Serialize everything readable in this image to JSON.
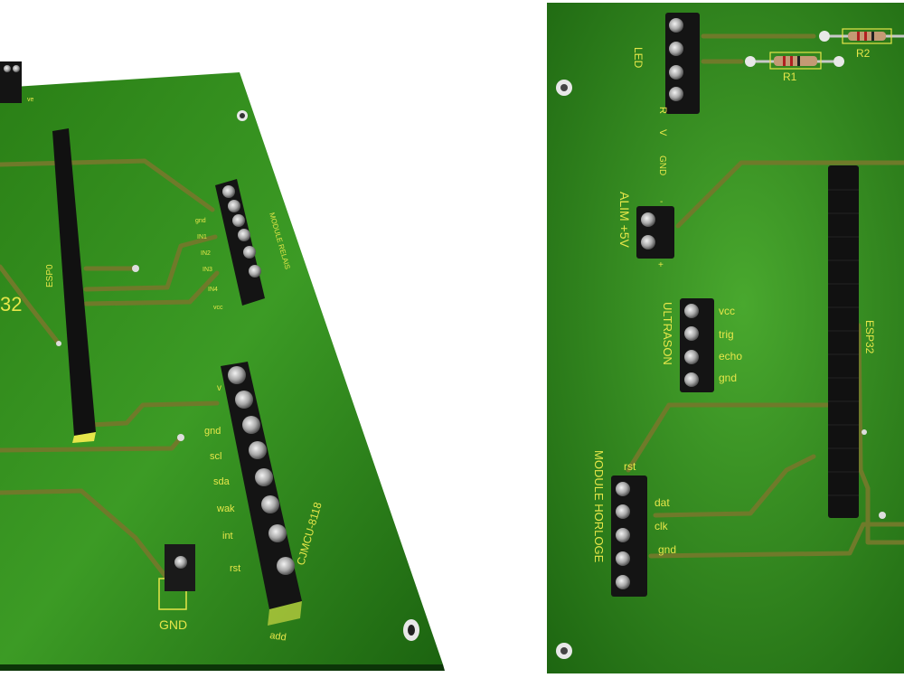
{
  "left_board": {
    "labels": {
      "esp_partial": "32",
      "esp_rot": "ESP0",
      "relay_pins": [
        "gnd",
        "IN1",
        "IN2",
        "IN3",
        "IN4",
        "vcc"
      ],
      "relay_module": "MODULE RELAIS",
      "sensor_pins": [
        "v",
        "gnd",
        "scl",
        "sda",
        "wak",
        "int",
        "rst",
        "add"
      ],
      "sensor_module": "CJMCU-8118",
      "gnd": "GND",
      "top_pin": "ve"
    }
  },
  "right_board": {
    "labels": {
      "led": "LED",
      "led_pins": [
        "R",
        "V"
      ],
      "gnd": "GND",
      "r1": "R1",
      "r2": "R2",
      "alim": "ALIM +5V",
      "alim_minus": "-",
      "alim_plus": "+",
      "ultrason": "ULTRASON",
      "ultrason_pins": [
        "vcc",
        "trig",
        "echo",
        "gnd"
      ],
      "esp": "ESP32",
      "horloge": "MODULE HORLOGE",
      "horloge_pins": [
        "rst",
        "dat",
        "clk",
        "gnd"
      ]
    }
  },
  "colors": {
    "pcb_dark": "#1f6a12",
    "pcb_light": "#3f9a26",
    "silk": "#e6e64a",
    "trace": "#6f7a2a",
    "header": "#141414",
    "pin": "#bfbfbf"
  }
}
